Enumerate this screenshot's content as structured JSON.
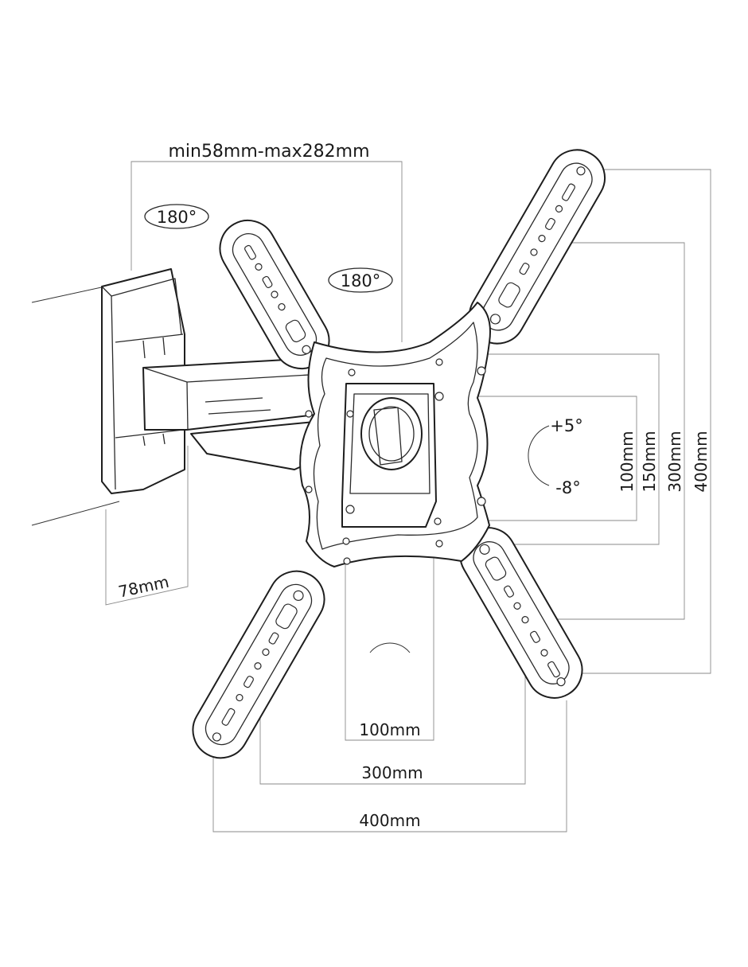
{
  "labels": {
    "arm_extension": "min58mm-max282mm",
    "rotation_left": "180°",
    "rotation_right": "180°",
    "tilt_up": "+5°",
    "tilt_down": "-8°",
    "wall_depth": "78mm",
    "v_100": "100mm",
    "v_150": "150mm",
    "v_300": "300mm",
    "v_400": "400mm",
    "h_100": "100mm",
    "h_300": "300mm",
    "h_400": "400mm"
  }
}
